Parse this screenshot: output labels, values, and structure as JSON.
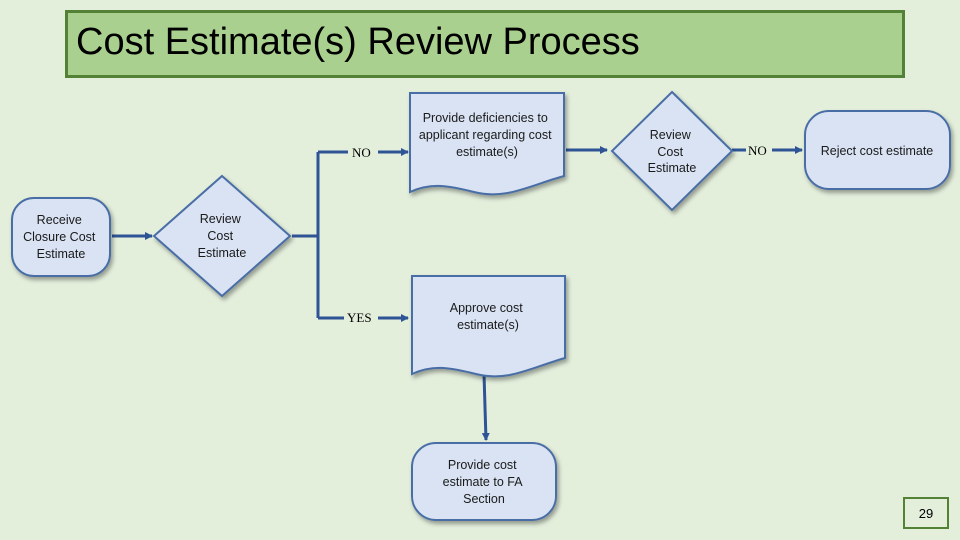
{
  "title": "Cost Estimate(s) Review Process",
  "page_number": "29",
  "nodes": {
    "receive": [
      "Receive",
      "Closure Cost",
      "Estimate"
    ],
    "review1": [
      "Review",
      "Cost",
      "Estimate"
    ],
    "deficiencies": [
      "Provide deficiencies to",
      "applicant regarding cost",
      "estimate(s)"
    ],
    "review2": [
      "Review",
      "Cost",
      "Estimate"
    ],
    "reject": [
      "Reject cost estimate"
    ],
    "approve": [
      "Approve cost",
      "estimate(s)"
    ],
    "provide": [
      "Provide cost",
      "estimate to FA",
      "Section"
    ]
  },
  "labels": {
    "no1": "NO",
    "no2": "NO",
    "yes": "YES"
  },
  "colors": {
    "shape_fill": "#d9e3f4",
    "shape_stroke": "#4a6ea5",
    "arrow": "#2f5496"
  }
}
